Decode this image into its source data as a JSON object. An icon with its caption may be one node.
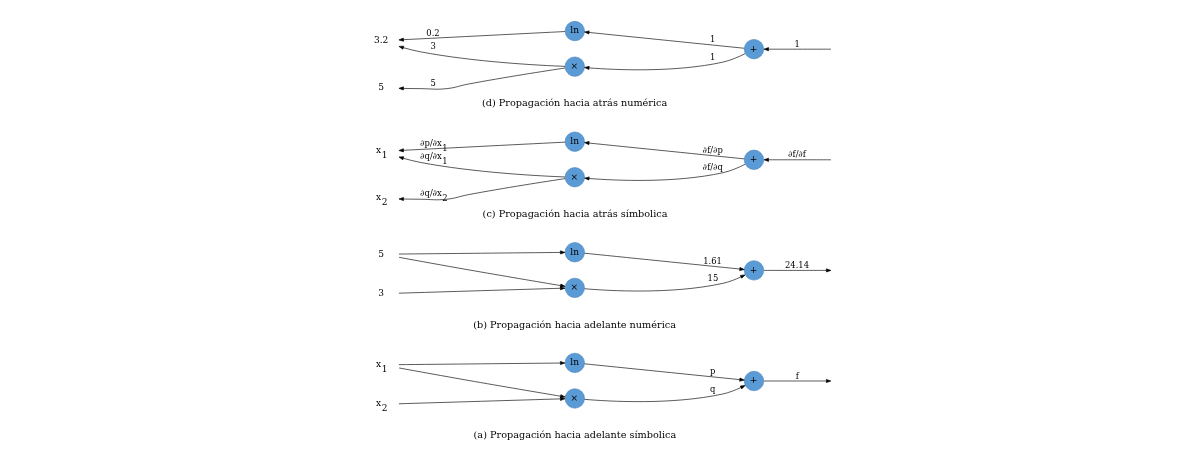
{
  "diagram": {
    "nodes": [
      {
        "text": [
          "x$_{1}$"
        ]
      },
      {
        "text": [
          "x$_{2}$"
        ]
      },
      {
        "text": [
          "ln"
        ]
      },
      {
        "text": [
          "×"
        ]
      },
      {
        "text": [
          "+"
        ]
      },
      {
        "text": [
          "5"
        ]
      },
      {
        "text": [
          "3"
        ]
      },
      {
        "text": [
          "ln"
        ]
      },
      {
        "text": [
          "×"
        ]
      },
      {
        "text": [
          "+"
        ]
      },
      {
        "text": [
          "x$_{1}$"
        ]
      },
      {
        "text": [
          "x$_{2}$"
        ]
      },
      {
        "text": [
          "ln"
        ]
      },
      {
        "text": [
          "×"
        ]
      },
      {
        "text": [
          "+"
        ]
      },
      {
        "text": [
          "3.2"
        ]
      },
      {
        "text": [
          "5"
        ]
      },
      {
        "text": [
          "ln"
        ]
      },
      {
        "text": [
          "×"
        ]
      },
      {
        "text": [
          "+"
        ]
      }
    ],
    "edges": [
      {
        "from": 0,
        "to": 2,
        "arrow": "to"
      },
      {
        "from": 0,
        "to": 3,
        "arrow": "to"
      },
      {
        "from": 1,
        "to": 3,
        "arrow": "to"
      },
      {
        "from": 2,
        "to": 4,
        "arrow": "to",
        "label": "p"
      },
      {
        "from": 3,
        "to": 4,
        "arrow": "to",
        "label": "q"
      },
      {
        "from": 4,
        "to": null,
        "arrow": "to",
        "label": "f"
      },
      {
        "from": 5,
        "to": 7,
        "arrow": "to"
      },
      {
        "from": 5,
        "to": 8,
        "arrow": "to"
      },
      {
        "from": 6,
        "to": 8,
        "arrow": "to"
      },
      {
        "from": 7,
        "to": 9,
        "arrow": "to",
        "label": "1.61"
      },
      {
        "from": 8,
        "to": 9,
        "arrow": "to",
        "label": "15"
      },
      {
        "from": 9,
        "to": null,
        "arrow": "to",
        "label": "24.14"
      },
      {
        "from": 12,
        "to": 10,
        "arrow": "to",
        "label": "∂p/∂x$_{1}$"
      },
      {
        "from": 13,
        "to": 10,
        "arrow": "to",
        "label": "∂q/∂x$_{1}$"
      },
      {
        "from": 13,
        "to": 11,
        "arrow": "to",
        "label": "∂q/∂x$_{2}$"
      },
      {
        "from": 14,
        "to": 12,
        "arrow": "to",
        "label": "∂f/∂p"
      },
      {
        "from": 14,
        "to": 13,
        "arrow": "to",
        "label": "∂f/∂q"
      },
      {
        "from": null,
        "to": 14,
        "arrow": "to",
        "label": "∂f/∂f"
      },
      {
        "from": 17,
        "to": 15,
        "arrow": "to",
        "label": "0.2"
      },
      {
        "from": 18,
        "to": 15,
        "arrow": "to",
        "label": "3"
      },
      {
        "from": 18,
        "to": 16,
        "arrow": "to",
        "label": "5"
      },
      {
        "from": 19,
        "to": 17,
        "arrow": "to",
        "label": "1"
      },
      {
        "from": 19,
        "to": 18,
        "arrow": "to",
        "label": "1"
      },
      {
        "from": null,
        "to": 19,
        "arrow": "to",
        "label": "1"
      }
    ],
    "labels": [
      "(a) Propagación hacia adelante símbolica",
      "(b) Propagación hacia adelante numérica",
      "(c) Propagación hacia atrás símbolica",
      "(d) Propagación hacia atrás numérica"
    ]
  }
}
